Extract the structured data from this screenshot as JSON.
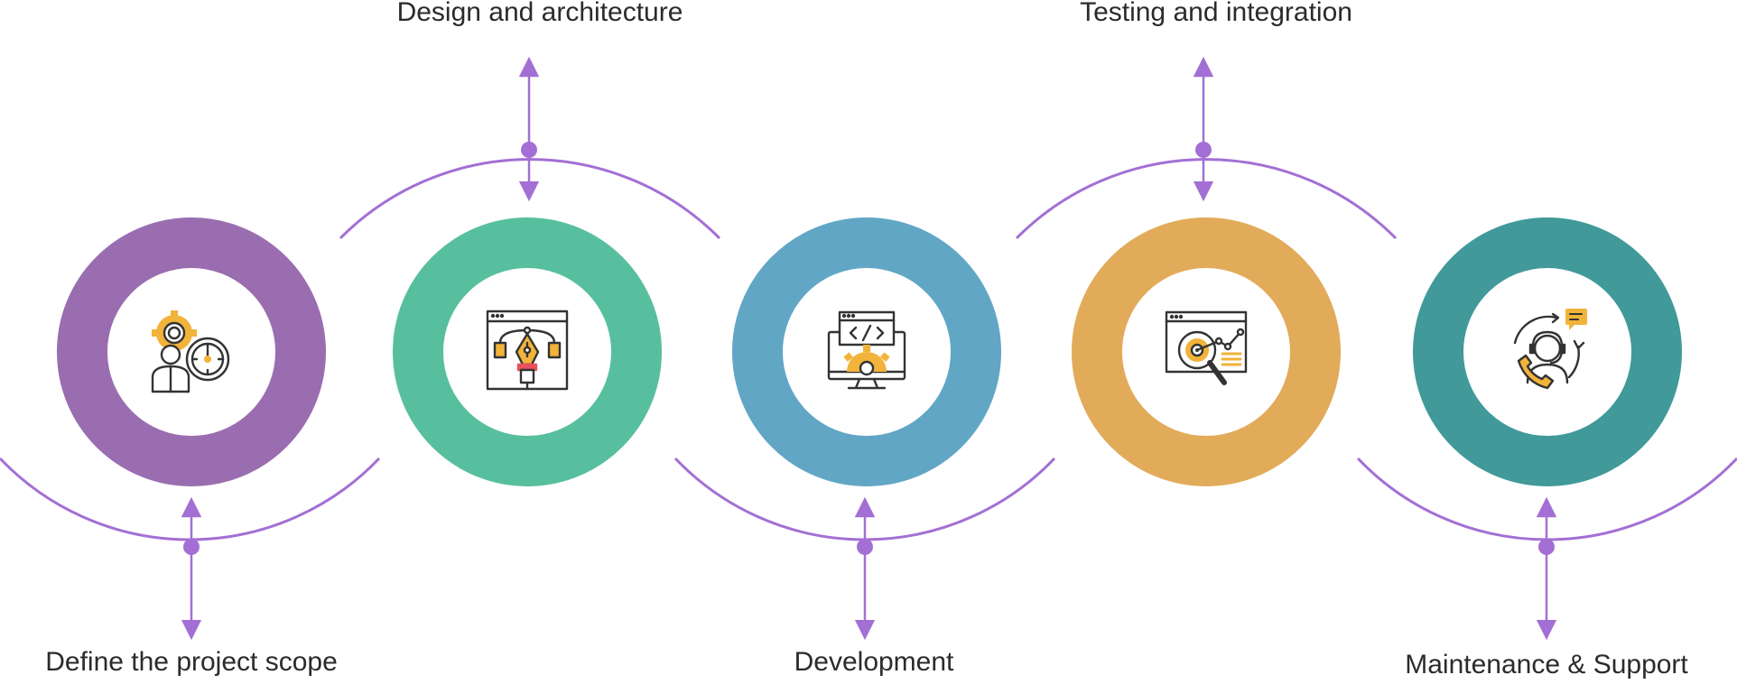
{
  "colors": {
    "connector": "#a36fd4",
    "ring1": "#9a6db0",
    "ring2": "#57bf9e",
    "ring3": "#62a6c6",
    "ring4": "#e2ab5a",
    "ring5": "#41999a",
    "icon_stroke": "#333333",
    "icon_accent": "#f1b33a",
    "icon_red": "#e8505b"
  },
  "steps": [
    {
      "label": "Define the project scope",
      "icon": "gear-person-clock-icon"
    },
    {
      "label": "Design and architecture",
      "icon": "pen-tool-browser-icon"
    },
    {
      "label": "Development",
      "icon": "code-monitor-icon"
    },
    {
      "label": "Testing and integration",
      "icon": "target-analytics-icon"
    },
    {
      "label": "Maintenance & Support",
      "icon": "support-agent-icon"
    }
  ]
}
